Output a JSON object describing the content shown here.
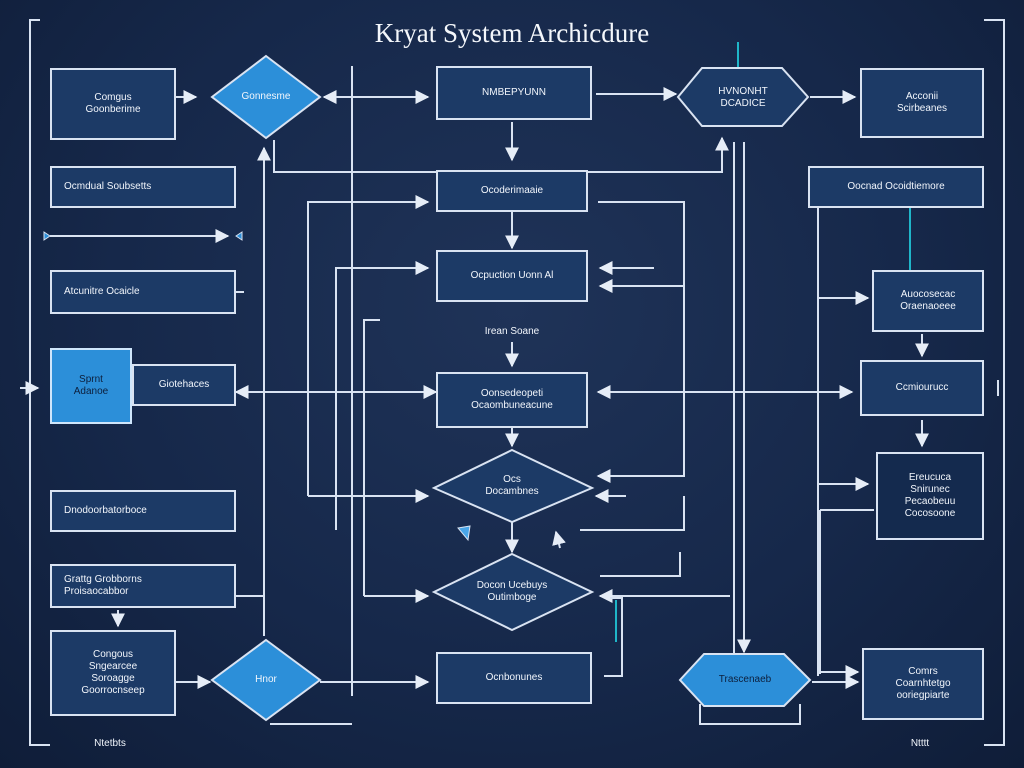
{
  "title": "Kryat System Archicdure",
  "colors": {
    "accent_blue": "#2c8fd9",
    "node_fill": "#1c3a66",
    "line": "#d9e3f2",
    "teal": "#1fb6c9"
  },
  "nodes": {
    "top_left_box": "Comgus\nGoonberime",
    "top_left_diamond": "Gonnesme",
    "top_center_box": "NMBEPYUNN",
    "top_right_hex": "HVNONHT\nDCADICE",
    "top_right_box": "Acconii\nScirbeanes",
    "left_row1": "Ocmdual Soubsetts",
    "left_row3": "Atcunitre Ocaicle",
    "left_blue": "Sprnt\nAdanoe",
    "left_row4_box": "Giotehaces",
    "left_row5": "Dnodoorbatorboce",
    "left_row6": "Grattg Grobborns\nProisaocabbor",
    "bottom_left_box": "Congous\nSngearcee\nSoroagge\nGoorrocnseep",
    "bottom_left_diamond": "Hnor",
    "center_box2": "Ocoderimaaie",
    "center_box3": "Ocpuction Uonn Al",
    "center_note": "Irean Soane",
    "center_box4": "Oonsedeopeti\nOcaombuneacune",
    "center_diamond1": "Ocs\nDocambnes",
    "center_diamond2": "Docon Ucebuys\nOutimboge",
    "bottom_center_box": "Ocnbonunes",
    "bottom_right_hex": "Trascenaeb",
    "right_box1": "Oocnad Ocoidtiemore",
    "right_box2": "Auocosecac\nOraenaoeee",
    "right_box3": "Ccmiourucc",
    "right_box4": "Ereucuca\nSnirunec\nPecaobeuu\nCocosoone",
    "right_box5": "Comrs\nCoarnhtetgo\nooriegpiarte",
    "footer_left": "Ntetbts",
    "footer_right": "Ntttt"
  }
}
